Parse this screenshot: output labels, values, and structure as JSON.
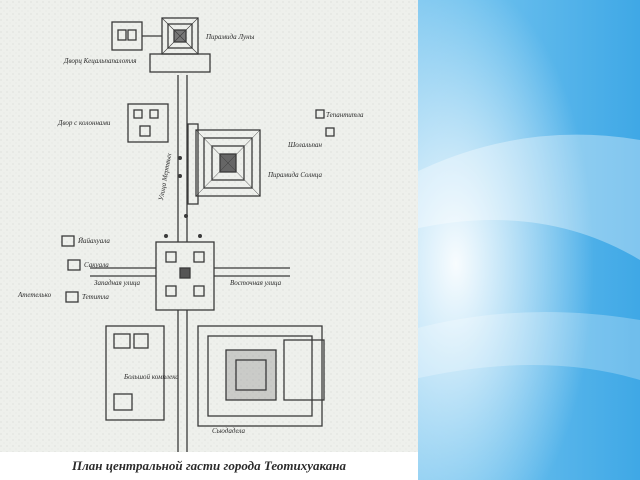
{
  "caption": "План центральной гасти города Теотихуакана",
  "labels": {
    "moon_pyramid": "Пирамида Луны",
    "jaguars_palace": "Дворц Кецальпапалотля",
    "courtyard": "Двор с колоннами",
    "tepantitla": "Тепантитла",
    "xolalpan": "Шолальпан",
    "sun_pyramid": "Пирамида Солнца",
    "dead_avenue": "Улица Мертвых",
    "yayahuala": "Йайахуала",
    "zacuala": "Сакуала",
    "west_street": "Западная улица",
    "east_street": "Восточная улица",
    "atetelco": "Атетелько",
    "tetitla": "Тетитла",
    "big_compound": "Большой комплекс",
    "ciudadela": "Сьюдадела"
  },
  "colors": {
    "paper": "#eef0ec",
    "ink": "#3a3a3a",
    "sky_light": "#e6f4fc",
    "sky_deep": "#4fb0e8"
  }
}
